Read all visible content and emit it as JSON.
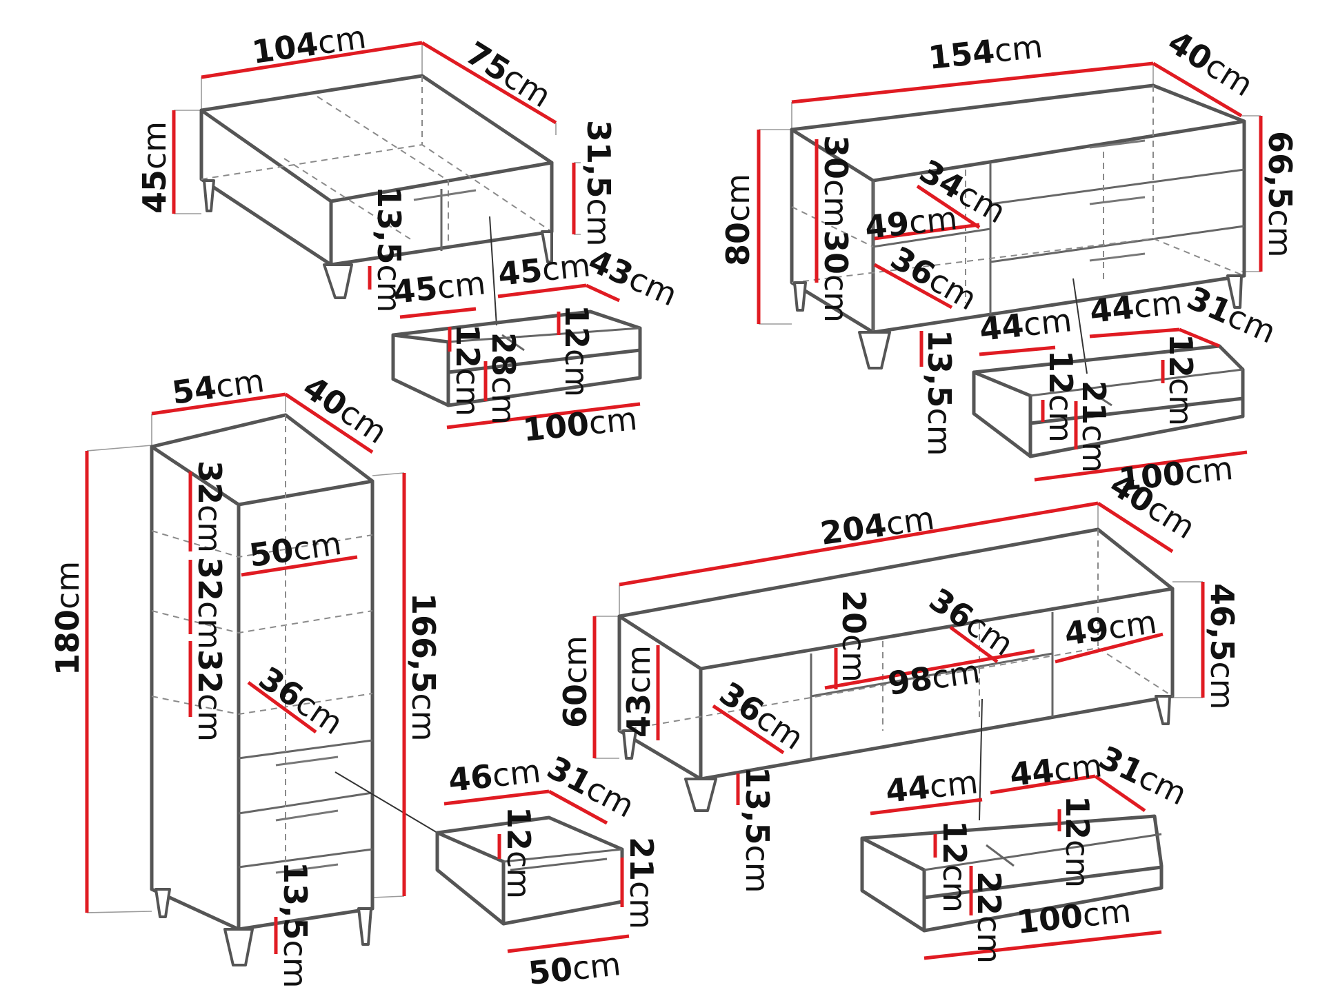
{
  "colors": {
    "dimension_line": "#e01b22",
    "furniture_outline": "#555555",
    "hidden_edges": "#8a8a8a",
    "text": "#111111"
  },
  "coffee_table": {
    "width": {
      "num": "104",
      "unit": "cm"
    },
    "depth": {
      "num": "75",
      "unit": "cm"
    },
    "height": {
      "num": "45",
      "unit": "cm"
    },
    "body_height": {
      "num": "31,5",
      "unit": "cm"
    },
    "leg_height": {
      "num": "13,5",
      "unit": "cm"
    },
    "drawer": {
      "left_width": {
        "num": "45",
        "unit": "cm"
      },
      "right_width": {
        "num": "45",
        "unit": "cm"
      },
      "depth": {
        "num": "43",
        "unit": "cm"
      },
      "inner_height_left": {
        "num": "12",
        "unit": "cm"
      },
      "inner_height_right": {
        "num": "12",
        "unit": "cm"
      },
      "front_height": {
        "num": "28",
        "unit": "cm"
      },
      "front_width": {
        "num": "100",
        "unit": "cm"
      }
    }
  },
  "chest": {
    "width": {
      "num": "154",
      "unit": "cm"
    },
    "depth": {
      "num": "40",
      "unit": "cm"
    },
    "height": {
      "num": "80",
      "unit": "cm"
    },
    "body_height": {
      "num": "66,5",
      "unit": "cm"
    },
    "compartment_upper": {
      "num": "30",
      "unit": "cm"
    },
    "compartment_lower": {
      "num": "30",
      "unit": "cm"
    },
    "compartment_depth": {
      "num": "34",
      "unit": "cm"
    },
    "compartment_width": {
      "num": "49",
      "unit": "cm"
    },
    "shelf_depth": {
      "num": "36",
      "unit": "cm"
    },
    "leg_height": {
      "num": "13,5",
      "unit": "cm"
    },
    "drawer": {
      "left_width": {
        "num": "44",
        "unit": "cm"
      },
      "right_width": {
        "num": "44",
        "unit": "cm"
      },
      "depth": {
        "num": "31",
        "unit": "cm"
      },
      "inner_height_left": {
        "num": "12",
        "unit": "cm"
      },
      "inner_height_right": {
        "num": "12",
        "unit": "cm"
      },
      "front_height": {
        "num": "21",
        "unit": "cm"
      },
      "front_width": {
        "num": "100",
        "unit": "cm"
      }
    }
  },
  "cabinet": {
    "width": {
      "num": "54",
      "unit": "cm"
    },
    "depth": {
      "num": "40",
      "unit": "cm"
    },
    "height": {
      "num": "180",
      "unit": "cm"
    },
    "body_height": {
      "num": "166,5",
      "unit": "cm"
    },
    "shelf_1": {
      "num": "32",
      "unit": "cm"
    },
    "shelf_2": {
      "num": "32",
      "unit": "cm"
    },
    "shelf_3": {
      "num": "32",
      "unit": "cm"
    },
    "shelf_width": {
      "num": "50",
      "unit": "cm"
    },
    "shelf_depth": {
      "num": "36",
      "unit": "cm"
    },
    "leg_height": {
      "num": "13,5",
      "unit": "cm"
    },
    "drawer": {
      "width": {
        "num": "46",
        "unit": "cm"
      },
      "depth": {
        "num": "31",
        "unit": "cm"
      },
      "inner_height": {
        "num": "12",
        "unit": "cm"
      },
      "front_height": {
        "num": "21",
        "unit": "cm"
      },
      "front_width": {
        "num": "50",
        "unit": "cm"
      }
    }
  },
  "tv_stand": {
    "width": {
      "num": "204",
      "unit": "cm"
    },
    "depth": {
      "num": "40",
      "unit": "cm"
    },
    "height": {
      "num": "60",
      "unit": "cm"
    },
    "body_height": {
      "num": "46,5",
      "unit": "cm"
    },
    "side_compartment_height": {
      "num": "43",
      "unit": "cm"
    },
    "side_compartment_depth": {
      "num": "36",
      "unit": "cm"
    },
    "center_height": {
      "num": "20",
      "unit": "cm"
    },
    "center_depth": {
      "num": "36",
      "unit": "cm"
    },
    "center_width": {
      "num": "98",
      "unit": "cm"
    },
    "right_compartment_width": {
      "num": "49",
      "unit": "cm"
    },
    "leg_height": {
      "num": "13,5",
      "unit": "cm"
    },
    "drawer": {
      "left_width": {
        "num": "44",
        "unit": "cm"
      },
      "right_width": {
        "num": "44",
        "unit": "cm"
      },
      "depth": {
        "num": "31",
        "unit": "cm"
      },
      "inner_height_left": {
        "num": "12",
        "unit": "cm"
      },
      "inner_height_right": {
        "num": "12",
        "unit": "cm"
      },
      "front_height": {
        "num": "22",
        "unit": "cm"
      },
      "front_width": {
        "num": "100",
        "unit": "cm"
      }
    }
  }
}
